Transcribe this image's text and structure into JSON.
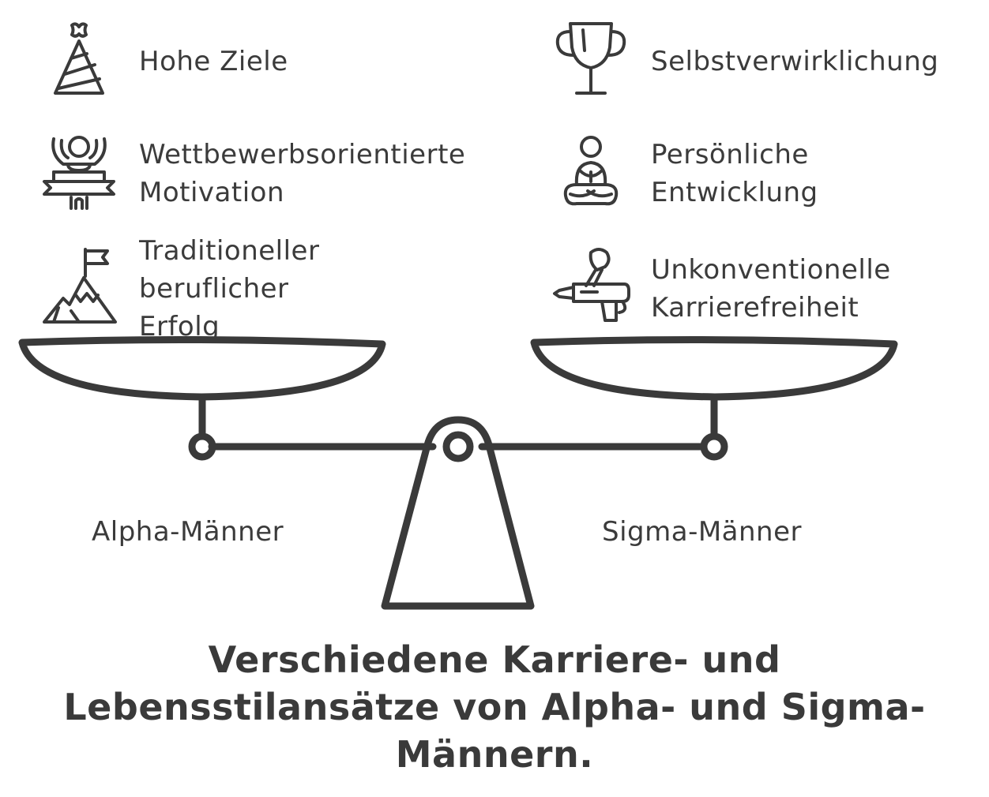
{
  "left": {
    "heading": "Alpha-Männer",
    "items": [
      {
        "icon": "party-hat-icon",
        "label": "Hohe Ziele"
      },
      {
        "icon": "celebrating-person-icon",
        "label": "Wettbewerbsorientierte\nMotivation"
      },
      {
        "icon": "mountain-flag-icon",
        "label": "Traditioneller\nberuflicher\nErfolg"
      }
    ]
  },
  "right": {
    "heading": "Sigma-Männer",
    "items": [
      {
        "icon": "trophy-icon",
        "label": "Selbstverwirklichung"
      },
      {
        "icon": "meditating-person-icon",
        "label": "Persönliche\nEntwicklung"
      },
      {
        "icon": "glue-gun-icon",
        "label": "Unkonventionelle\nKarrierefreiheit"
      }
    ]
  },
  "title": "Verschiedene Karriere- und Lebensstilansätze von Alpha- und Sigma-Männern.",
  "colors": {
    "stroke": "#3a3a3a",
    "background": "#ffffff"
  }
}
